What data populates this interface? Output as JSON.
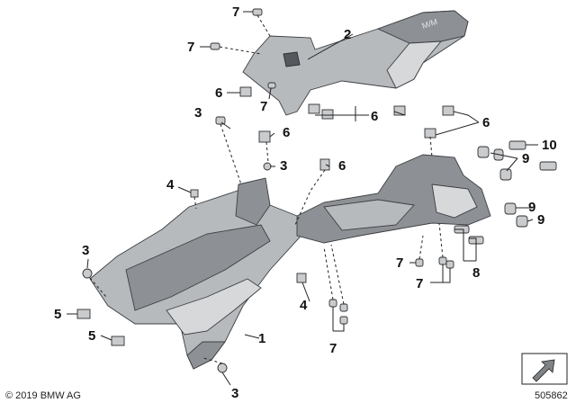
{
  "callouts": {
    "c_7_a": "7",
    "c_7_b": "7",
    "c_2": "2",
    "c_6_a": "6",
    "c_7_c": "7",
    "c_3_a": "3",
    "c_6_b": "6",
    "c_6_c": "6",
    "c_6_d": "6",
    "c_3_b": "3",
    "c_6_e": "6",
    "c_10": "10",
    "c_9_a": "9",
    "c_4_a": "4",
    "c_9_b": "9",
    "c_9_c": "9",
    "c_3_c": "3",
    "c_7_d": "7",
    "c_8": "8",
    "c_7_e": "7",
    "c_5_a": "5",
    "c_4_b": "4",
    "c_5_b": "5",
    "c_1": "1",
    "c_7_f": "7",
    "c_3_d": "3"
  },
  "footer": {
    "copyright": "© 2019 BMW AG",
    "diagram_number": "505862"
  },
  "icons": {
    "orientation": "arrow-pointer-icon"
  }
}
